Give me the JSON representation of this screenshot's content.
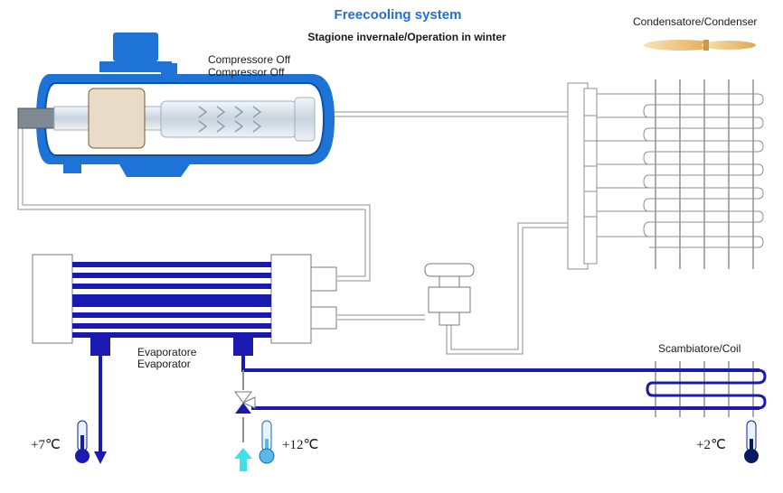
{
  "header": {
    "title": "Freecooling system",
    "subtitle": "Stagione invernale/Operation in winter"
  },
  "labels": {
    "compressor_it": "Compressore Off",
    "compressor_en": "Compressor Off",
    "condenser": "Condensatore/Condenser",
    "evaporator_it": "Evaporatore",
    "evaporator_en": "Evaporator",
    "coil": "Scambiatore/Coil"
  },
  "temperatures": {
    "water_out": "+7℃",
    "water_in": "+12℃",
    "ambient": "+2℃"
  },
  "colors": {
    "compressor_blue": "#1e73d6",
    "water_pipe": "#1a1ab0",
    "inlet_arrow": "#3fe0e8",
    "refrigerant_line": "#9a9a9a"
  }
}
